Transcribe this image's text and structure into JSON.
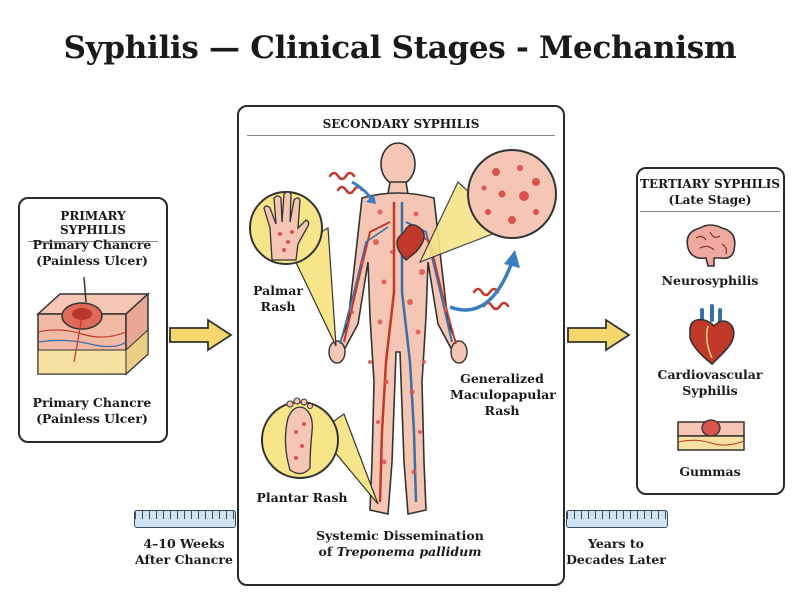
{
  "title": "Syphilis — Clinical Stages - Mechanism",
  "primary": {
    "heading": "PRIMARY SYPHILIS",
    "chancre_top_1": "Primary Chancre",
    "chancre_top_2": "(Painless Ulcer)",
    "chancre_bottom_1": "Primary Chancre",
    "chancre_bottom_2": "(Painless Ulcer)"
  },
  "secondary": {
    "heading": "SECONDARY SYPHILIS",
    "palmar_1": "Palmar",
    "palmar_2": "Rash",
    "plantar": "Plantar Rash",
    "generalized_1": "Generalized",
    "generalized_2": "Maculopapular",
    "generalized_3": "Rash",
    "systemic_1": "Systemic Dissemination",
    "systemic_2a": "of ",
    "systemic_2b": "Treponema pallidum"
  },
  "tertiary": {
    "heading_1": "TERTIARY SYPHILIS",
    "heading_2": "(Late Stage)",
    "neuro": "Neurosyphilis",
    "cardio_1": "Cardiovascular",
    "cardio_2": "Syphilis",
    "gummas": "Gummas"
  },
  "timeline": {
    "early_1": "4–10 Weeks",
    "early_2": "After Chancre",
    "late_1": "Years to",
    "late_2": "Decades Later"
  },
  "colors": {
    "skin": "#f6c6b4",
    "rash": "#d9534f",
    "artery": "#c0392b",
    "vein": "#3a6fa8",
    "arrow_fill": "#f5d76e",
    "callout": "#f7e58a"
  }
}
